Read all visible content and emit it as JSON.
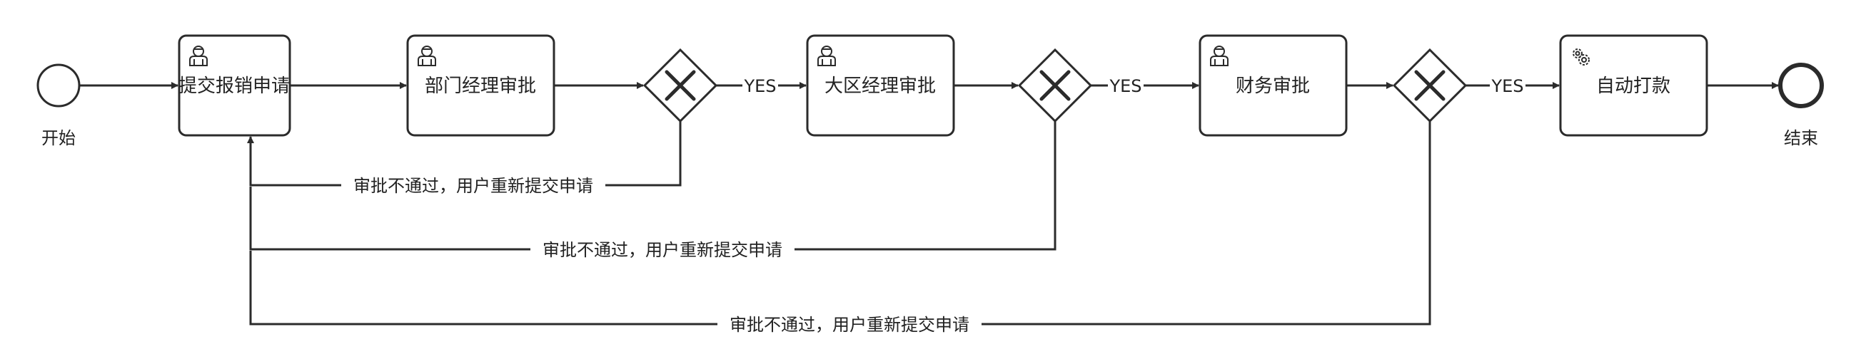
{
  "colors": {
    "stroke": "#2b2b2b",
    "background": "#ffffff",
    "text": "#222222"
  },
  "events": {
    "start": {
      "label": "开始",
      "icon": "start-event-circle"
    },
    "end": {
      "label": "结束",
      "icon": "end-event-circle"
    }
  },
  "tasks": [
    {
      "id": "submit",
      "label": "提交报销申请",
      "icon": "user-icon"
    },
    {
      "id": "dept",
      "label": "部门经理审批",
      "icon": "user-icon"
    },
    {
      "id": "region",
      "label": "大区经理审批",
      "icon": "user-icon"
    },
    {
      "id": "finance",
      "label": "财务审批",
      "icon": "user-icon"
    },
    {
      "id": "pay",
      "label": "自动打款",
      "icon": "gears-icon"
    }
  ],
  "gateways": [
    {
      "id": "g1",
      "icon": "exclusive-gateway-x-icon"
    },
    {
      "id": "g2",
      "icon": "exclusive-gateway-x-icon"
    },
    {
      "id": "g3",
      "icon": "exclusive-gateway-x-icon"
    }
  ],
  "flows": {
    "yes_label": "YES",
    "reject_label": "审批不通过，用户重新提交申请"
  }
}
